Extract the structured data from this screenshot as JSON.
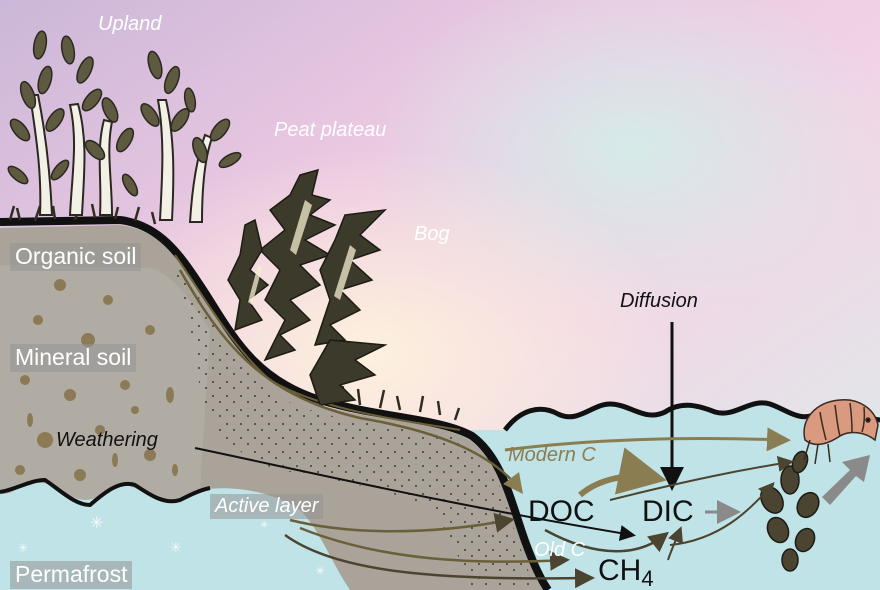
{
  "landscape_labels": {
    "upland": "Upland",
    "peat_plateau": "Peat plateau",
    "bog": "Bog"
  },
  "soil_labels": {
    "organic_soil": "Organic soil",
    "mineral_soil": "Mineral soil",
    "active_layer": "Active layer",
    "permafrost": "Permafrost"
  },
  "process_labels": {
    "weathering": "Weathering",
    "diffusion": "Diffusion",
    "modern_c": "Modern C",
    "old_c": "Old C"
  },
  "species": {
    "doc": "DOC",
    "dic": "DIC",
    "ch4_base": "CH",
    "ch4_sub": "4"
  },
  "colors": {
    "sky_pink": "#e9c6e1",
    "sky_mint": "#cfe9e6",
    "water": "#bfe3e6",
    "soil_grey": "#a9a39a",
    "pebble": "#8b7a55",
    "vegetation": "#3c3a2b",
    "arrow_black": "#111111",
    "arrow_olive": "#8b7d52",
    "arrow_grey": "#888888",
    "dark_olive_arrow": "#4a4430"
  }
}
